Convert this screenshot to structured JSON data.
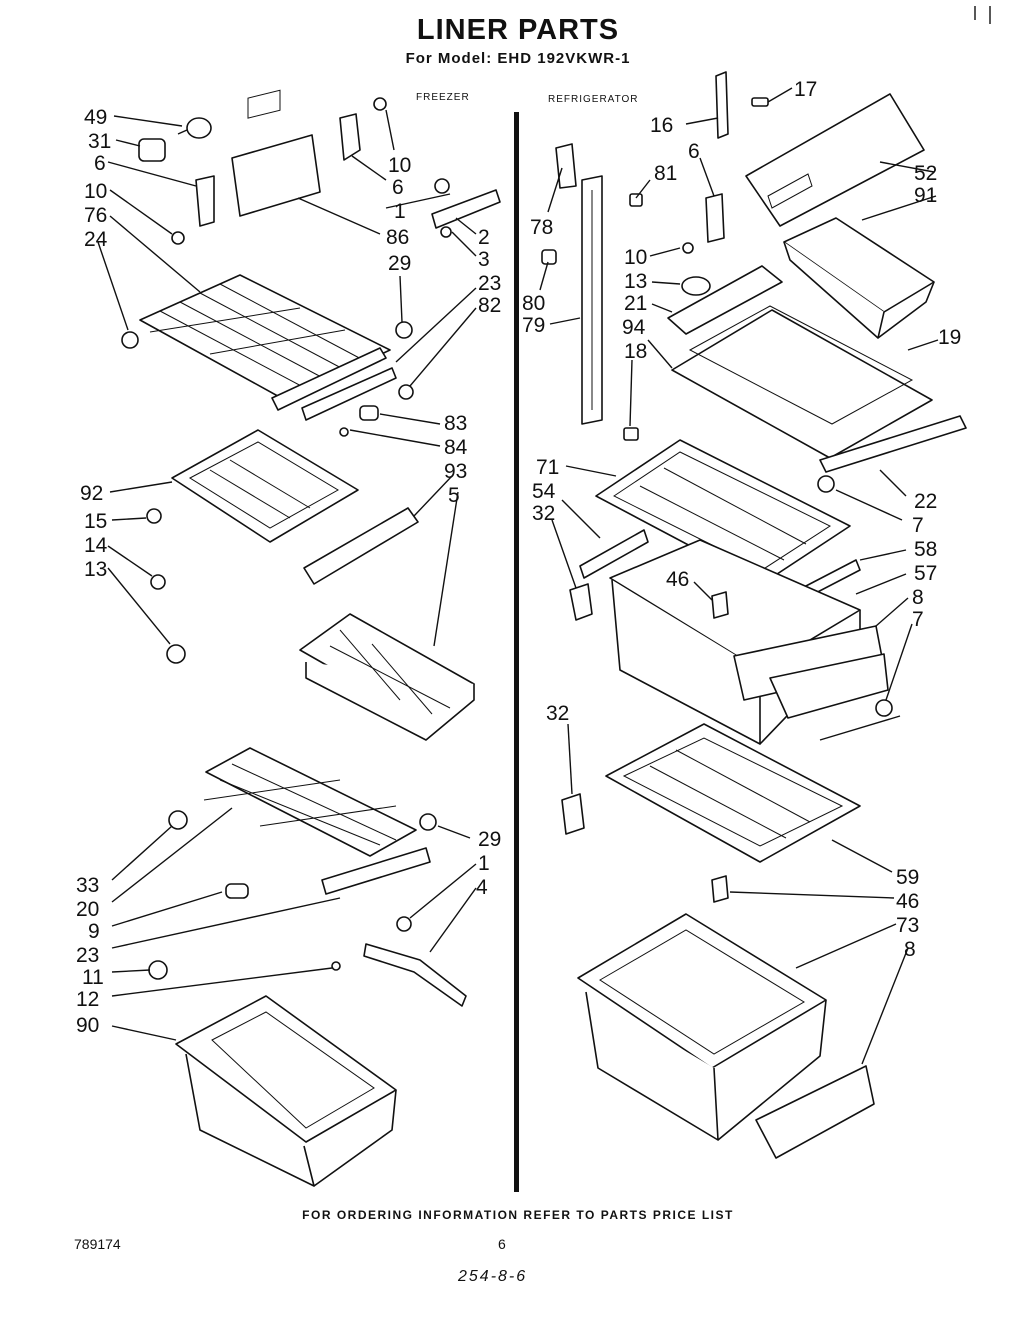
{
  "title": "LINER PARTS",
  "subtitle": "For Model: EHD 192VKWR-1",
  "sections": {
    "freezer": "FREEZER",
    "refrigerator": "REFRIGERATOR"
  },
  "callouts": {
    "f49": "49",
    "f31": "31",
    "f6a": "6",
    "f10a": "10",
    "f76": "76",
    "f24": "24",
    "f10b": "10",
    "f6b": "6",
    "f1a": "1",
    "f86": "86",
    "f2": "2",
    "f3": "3",
    "f29a": "29",
    "f23a": "23",
    "f82": "82",
    "f83": "83",
    "f84": "84",
    "f93": "93",
    "f92": "92",
    "f5": "5",
    "f15": "15",
    "f14": "14",
    "f13": "13",
    "f33": "33",
    "f20": "20",
    "f9": "9",
    "f23b": "23",
    "f11": "11",
    "f12": "12",
    "f90": "90",
    "f29b": "29",
    "f1b": "1",
    "f4": "4",
    "r17": "17",
    "r16": "16",
    "r6": "6",
    "r81": "81",
    "r52": "52",
    "r91": "91",
    "r78": "78",
    "r10": "10",
    "r13": "13",
    "r21": "21",
    "r80": "80",
    "r79": "79",
    "r94": "94",
    "r18": "18",
    "r19": "19",
    "r71": "71",
    "r54": "54",
    "r32a": "32",
    "r22": "22",
    "r7a": "7",
    "r58": "58",
    "r46a": "46",
    "r57": "57",
    "r8a": "8",
    "r7b": "7",
    "r32b": "32",
    "r59": "59",
    "r46b": "46",
    "r73": "73",
    "r8b": "8"
  },
  "footer_note": "FOR ORDERING INFORMATION REFER TO PARTS PRICE LIST",
  "doc_number": "789174",
  "page_number": "6",
  "handwritten_note": "254-8-6"
}
